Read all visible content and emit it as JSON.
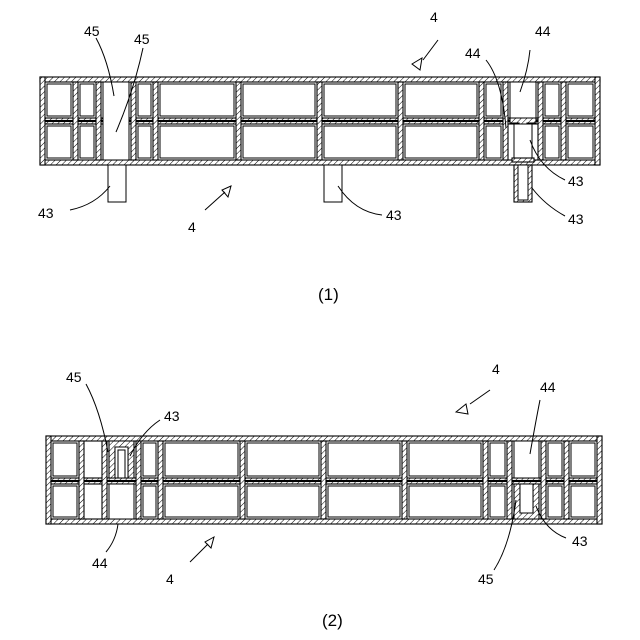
{
  "figure_1": {
    "caption": "(1)",
    "labels": {
      "ref_4_top": "4",
      "ref_4_bottom": "4",
      "ref_45_a": "45",
      "ref_45_b": "45",
      "ref_44_inner": "44",
      "ref_44_outer": "44",
      "ref_43_left": "43",
      "ref_43_mid": "43",
      "ref_43_right_a": "43",
      "ref_43_right_b": "43"
    }
  },
  "figure_2": {
    "caption": "(2)",
    "labels": {
      "ref_4_top": "4",
      "ref_4_bottom": "4",
      "ref_45_left": "45",
      "ref_45_right": "45",
      "ref_43_left": "43",
      "ref_43_right": "43",
      "ref_44_left": "44",
      "ref_44_right": "44"
    }
  }
}
